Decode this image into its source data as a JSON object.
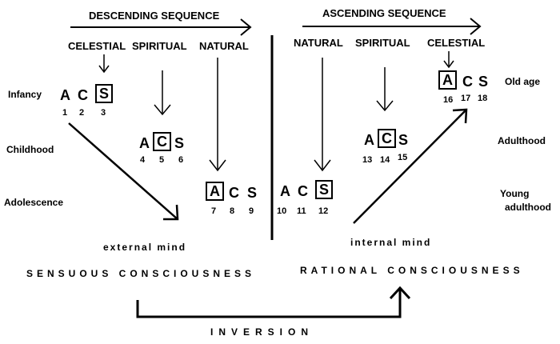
{
  "headers": {
    "descending": "DESCENDING SEQUENCE",
    "ascending": "ASCENDING SEQUENCE"
  },
  "columns_left": [
    "CELESTIAL",
    "SPIRITUAL",
    "NATURAL"
  ],
  "columns_right": [
    "NATURAL",
    "SPIRITUAL",
    "CELESTIAL"
  ],
  "stages_left": [
    "Infancy",
    "Childhood",
    "Adolescence"
  ],
  "stages_right": [
    "Old age",
    "Adulthood",
    "Young",
    "adulthood"
  ],
  "triads": [
    {
      "letters": [
        "A",
        "C",
        "S"
      ],
      "numbers": [
        "1",
        "2",
        "3"
      ],
      "boxed": 2
    },
    {
      "letters": [
        "A",
        "C",
        "S"
      ],
      "numbers": [
        "4",
        "5",
        "6"
      ],
      "boxed": 1
    },
    {
      "letters": [
        "A",
        "C",
        "S"
      ],
      "numbers": [
        "7",
        "8",
        "9"
      ],
      "boxed": 0
    },
    {
      "letters": [
        "A",
        "C",
        "S"
      ],
      "numbers": [
        "10",
        "11",
        "12"
      ],
      "boxed": 2
    },
    {
      "letters": [
        "A",
        "C",
        "S"
      ],
      "numbers": [
        "13",
        "14",
        "15"
      ],
      "boxed": 1
    },
    {
      "letters": [
        "A",
        "C",
        "S"
      ],
      "numbers": [
        "16",
        "17",
        "18"
      ],
      "boxed": 0
    }
  ],
  "labels": {
    "external_mind": "external mind",
    "internal_mind": "internal mind",
    "sensuous": "SENSUOUS CONSCIOUSNESS",
    "rational": "RATIONAL CONSCIOUSNESS",
    "inversion": "INVERSION"
  }
}
